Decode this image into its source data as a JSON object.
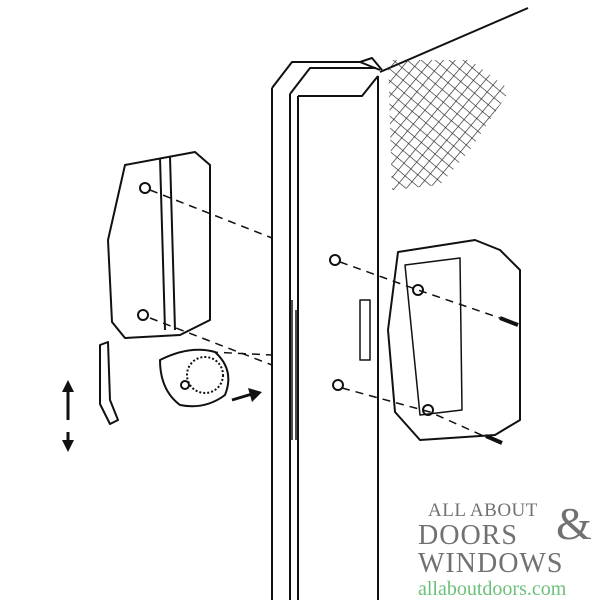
{
  "logo": {
    "line1": "ALL ABOUT",
    "line2": "DOORS",
    "ampersand": "&",
    "line3": "WINDOWS",
    "url": "allaboutdoors.com",
    "gray_color": "#707173",
    "green_color": "#6cc07a"
  }
}
